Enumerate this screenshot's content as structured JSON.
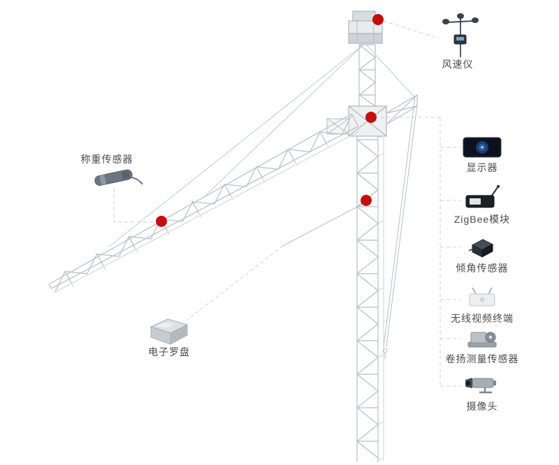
{
  "diagram": {
    "labels": {
      "anemometer": "风速仪",
      "load_sensor": "称重传感器",
      "compass": "电子罗盘"
    },
    "right_panel": {
      "items": [
        {
          "icon": "display-icon",
          "label": "显示器"
        },
        {
          "icon": "zigbee-module-icon",
          "label": "ZigBee模块"
        },
        {
          "icon": "tilt-sensor-icon",
          "label": "倾角传感器"
        },
        {
          "icon": "wireless-video-icon",
          "label": "无线视频终端"
        },
        {
          "icon": "hoist-sensor-icon",
          "label": "卷扬测量传感器"
        },
        {
          "icon": "camera-icon",
          "label": "摄像头"
        }
      ]
    },
    "markers": [
      {
        "name": "anemometer-marker"
      },
      {
        "name": "tower-top-marker"
      },
      {
        "name": "mast-marker"
      },
      {
        "name": "jib-marker"
      }
    ],
    "colors": {
      "marker_red": "#c40f0f",
      "crane_line": "#b7bec6",
      "dashed_line": "#cfcfcf",
      "label_text": "#4a4a4a"
    }
  }
}
